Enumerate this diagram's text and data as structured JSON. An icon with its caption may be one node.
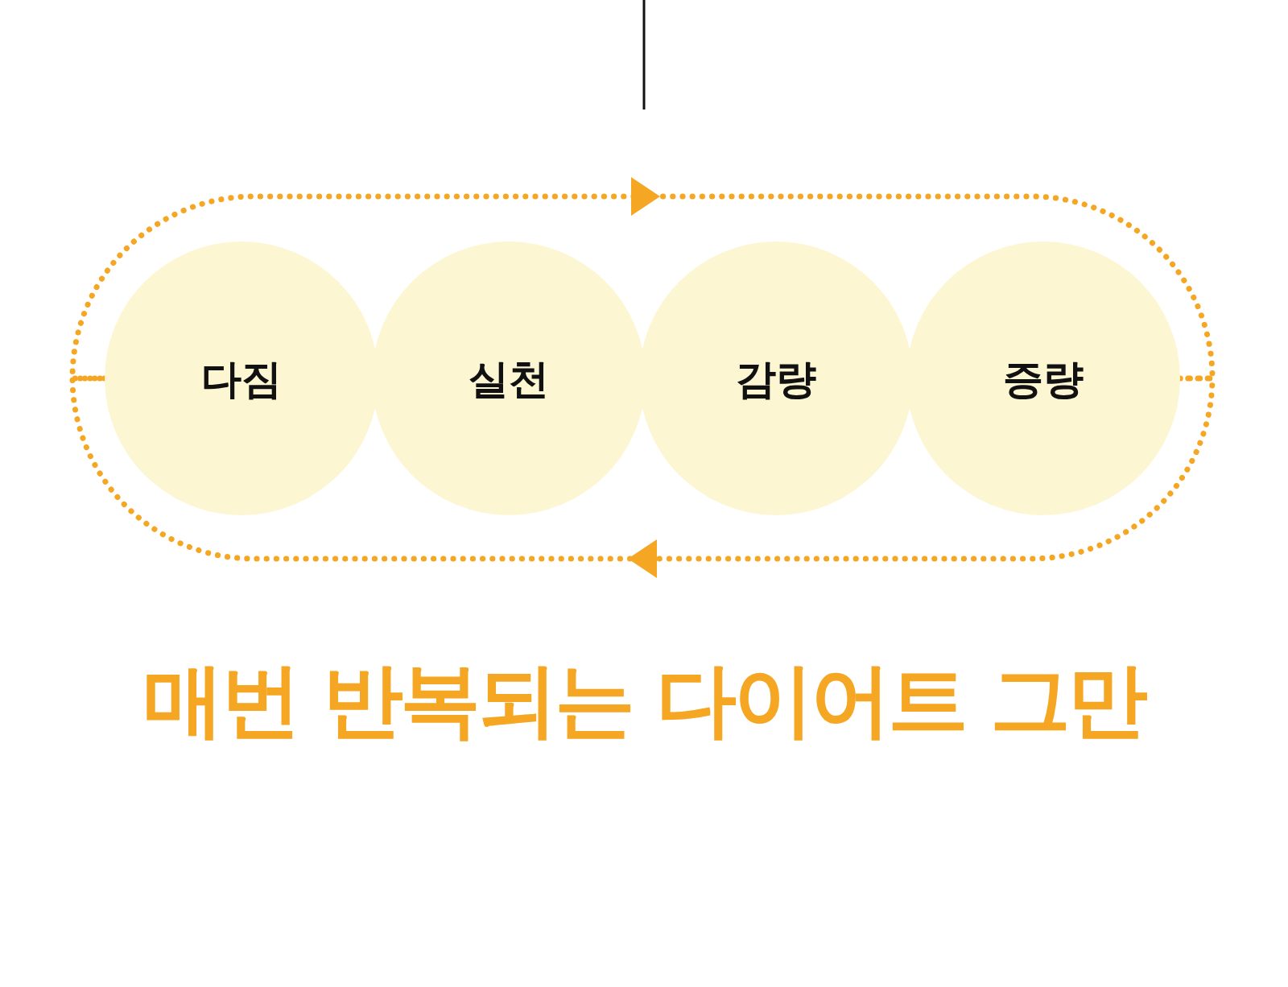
{
  "diagram": {
    "title": "매번 반복되는 다이어트 그만",
    "nodes": [
      {
        "text": [
          "다짐"
        ]
      },
      {
        "text": [
          "실천"
        ]
      },
      {
        "text": [
          "감량"
        ]
      },
      {
        "text": [
          "증량"
        ]
      }
    ],
    "edges": [
      {
        "from": 0,
        "to": 3,
        "arrow": "to",
        "style": "dashed"
      },
      {
        "from": 3,
        "to": 0,
        "arrow": "to",
        "style": "dashed"
      }
    ]
  }
}
